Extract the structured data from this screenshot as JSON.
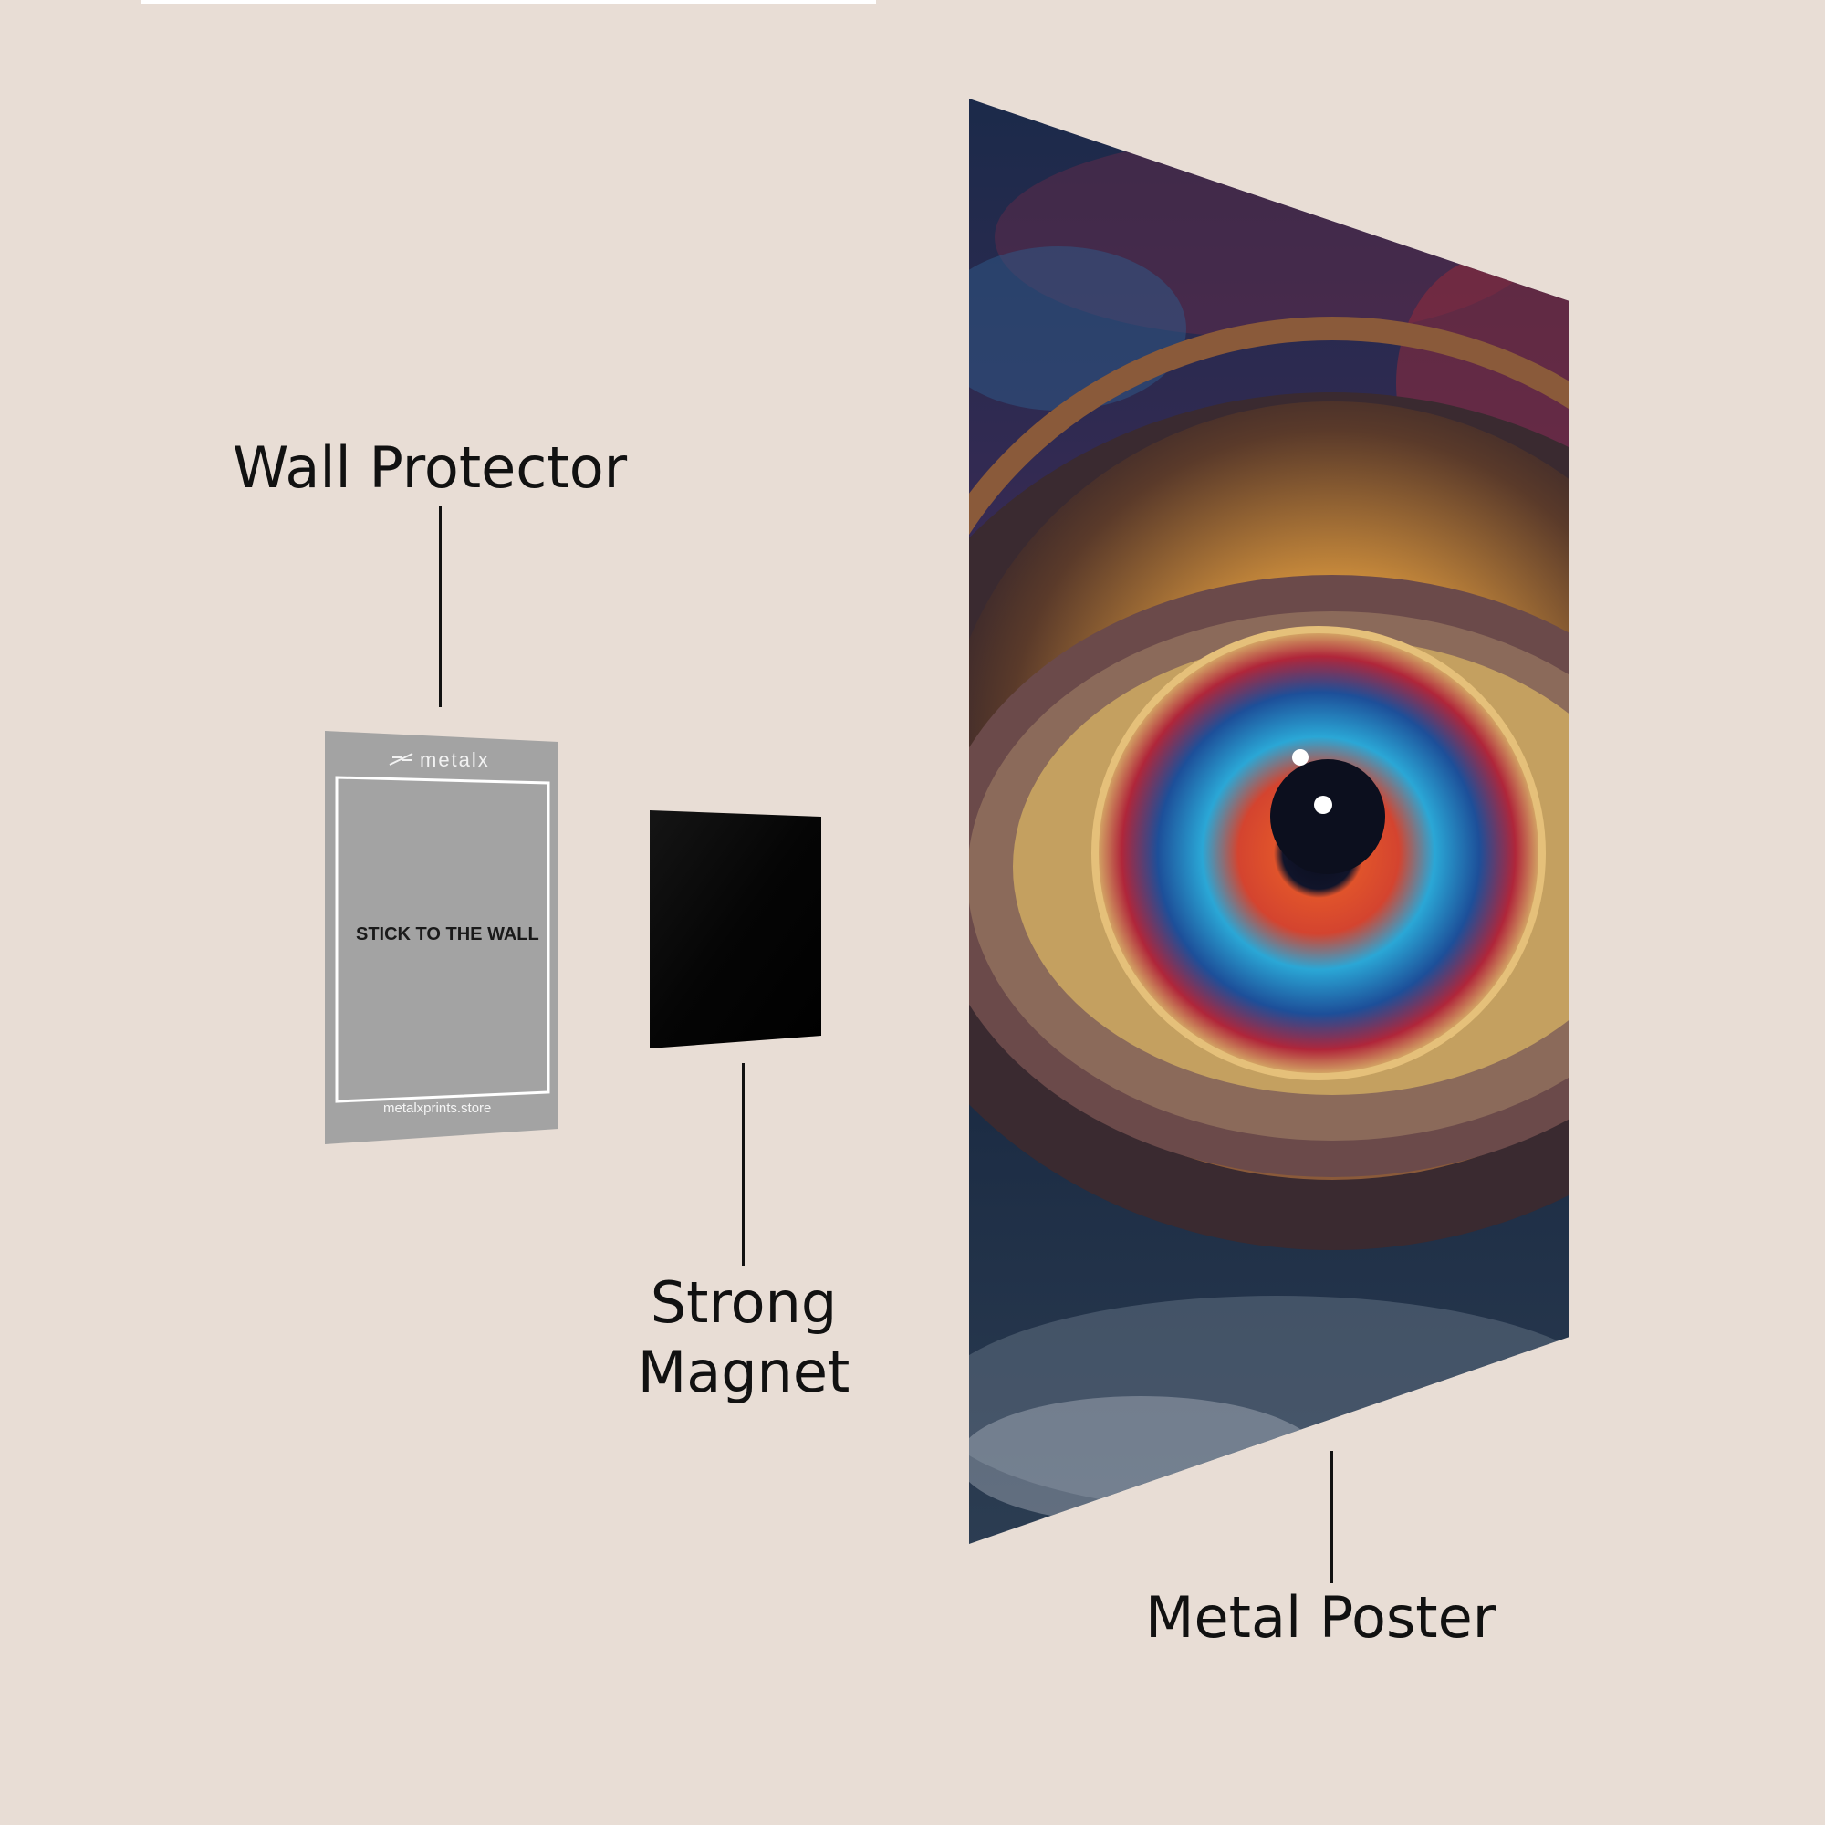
{
  "callouts": {
    "wall_protector": "Wall Protector",
    "strong_magnet_line1": "Strong",
    "strong_magnet_line2": "Magnet",
    "metal_poster": "Metal Poster"
  },
  "wall_protector_card": {
    "brand": "metalx",
    "instruction": "STICK TO THE WALL",
    "website": "metalxprints.store"
  },
  "colors": {
    "background": "#e8ddd5",
    "protector_gray": "#a3a3a3",
    "magnet_black": "#050505",
    "text": "#111111"
  },
  "icons": [
    "metalx-logo-icon"
  ]
}
